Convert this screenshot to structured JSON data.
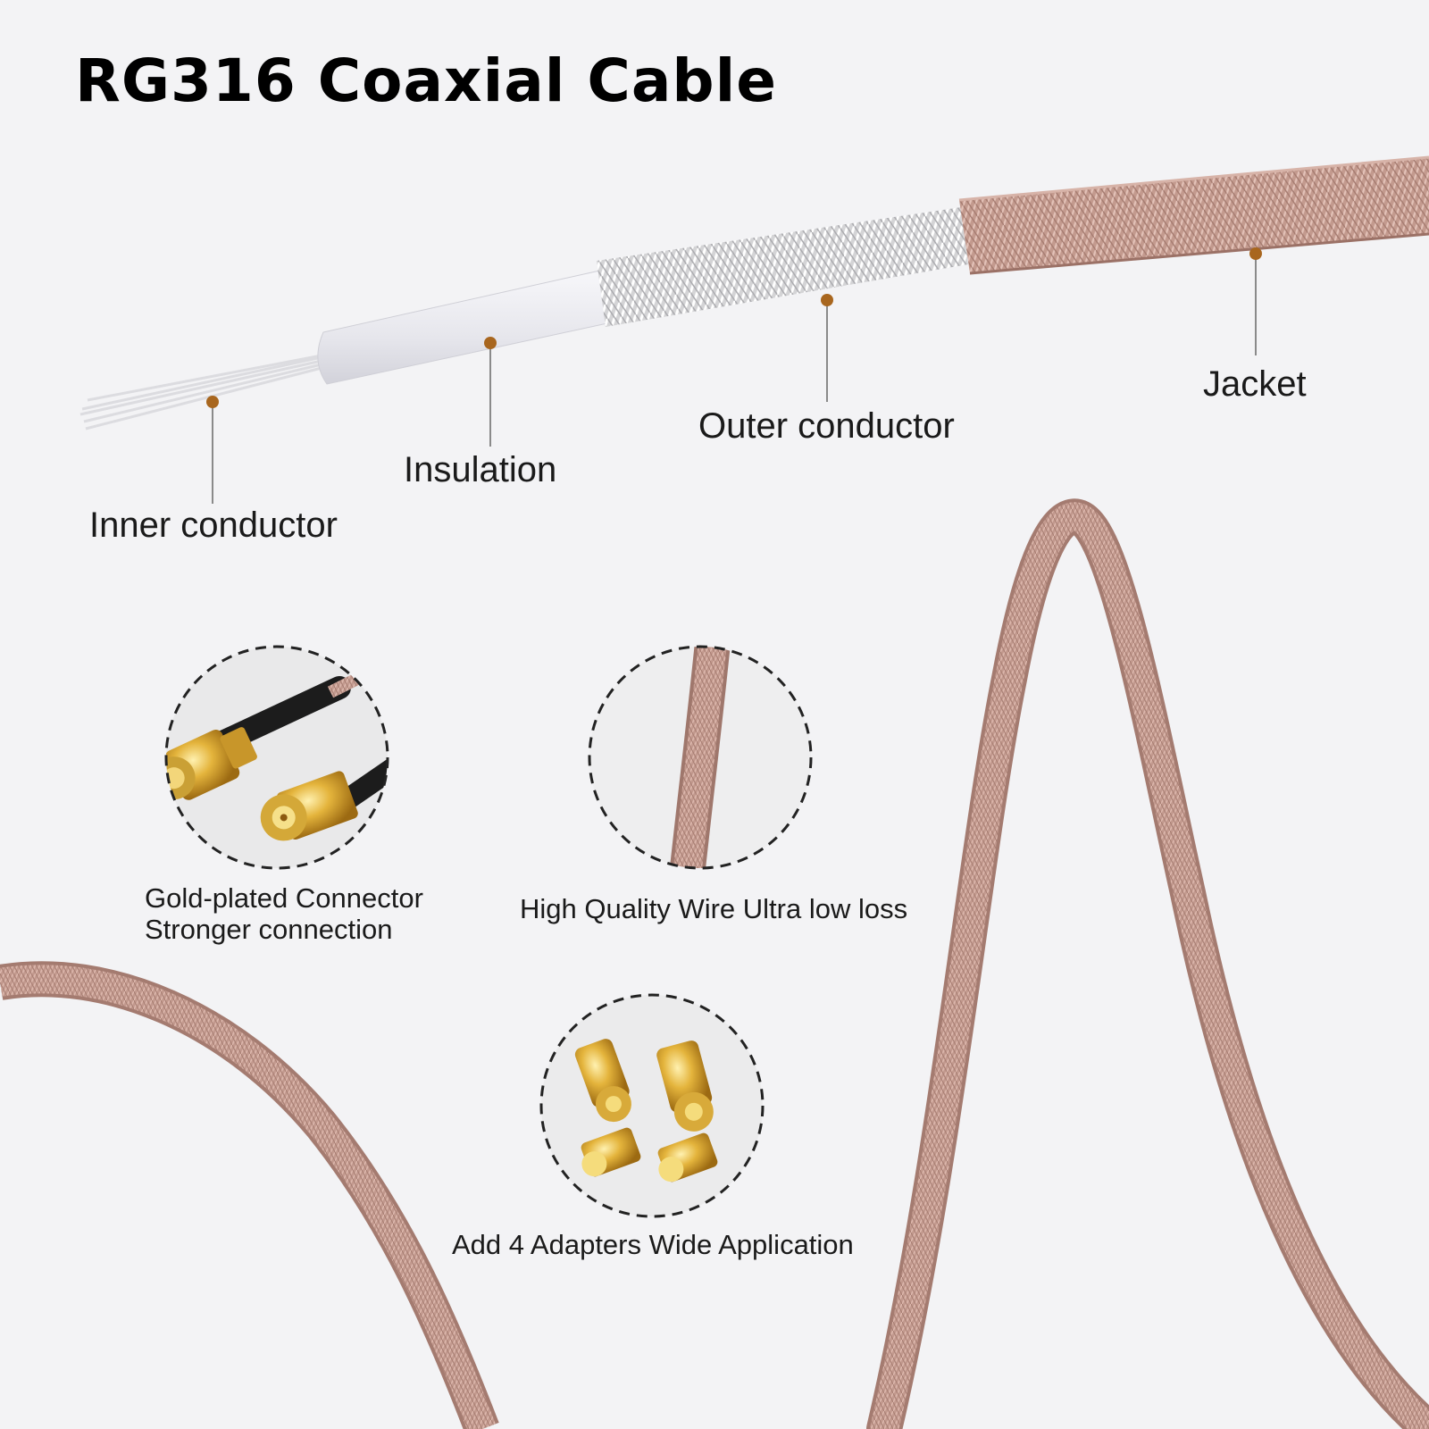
{
  "title": "RG316 Coaxial Cable",
  "cable_layers": [
    {
      "name": "inner-conductor",
      "label": "Inner conductor"
    },
    {
      "name": "insulation",
      "label": "Insulation"
    },
    {
      "name": "outer-conductor",
      "label": "Outer conductor"
    },
    {
      "name": "jacket",
      "label": "Jacket"
    }
  ],
  "features": [
    {
      "name": "gold-plated-connector",
      "line1": "Gold-plated Connector",
      "line2": "Stronger connection"
    },
    {
      "name": "high-quality-wire",
      "line1": "High Quality Wire Ultra low loss"
    },
    {
      "name": "adapters",
      "line1": "Add 4 Adapters Wide Application"
    }
  ],
  "colors": {
    "background": "#f3f3f5",
    "jacket": "#c0968a",
    "braid": "#dcdcdc",
    "insulation": "#ececf0",
    "marker": "#a8661e",
    "gold": "#d9a531",
    "black_cable": "#1c1c1c"
  }
}
